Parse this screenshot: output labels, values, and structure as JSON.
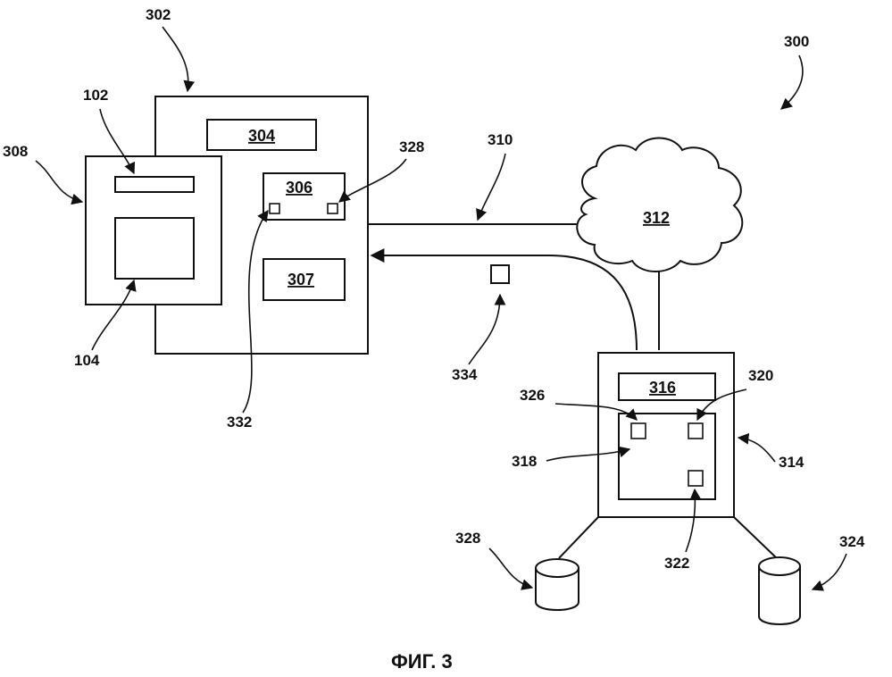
{
  "figure": {
    "caption": "ФИГ. 3",
    "system_ref": "300",
    "client_device": {
      "ref": "302",
      "inner_box_a": "304",
      "inner_box_b": "306",
      "inner_box_c": "307",
      "element_in_306_right": "328",
      "element_in_306_left": "332"
    },
    "display_device": {
      "ref": "308",
      "top_bar": "102",
      "screen": "104"
    },
    "connection": {
      "link_ref": "310",
      "message_ref": "334"
    },
    "network": {
      "ref": "312"
    },
    "server": {
      "ref": "314",
      "top_box": "316",
      "inner_box": "318",
      "element_top_right": "320",
      "element_bottom_right": "322",
      "element_top_left": "326"
    },
    "databases": [
      {
        "ref": "328"
      },
      {
        "ref": "324"
      }
    ]
  }
}
